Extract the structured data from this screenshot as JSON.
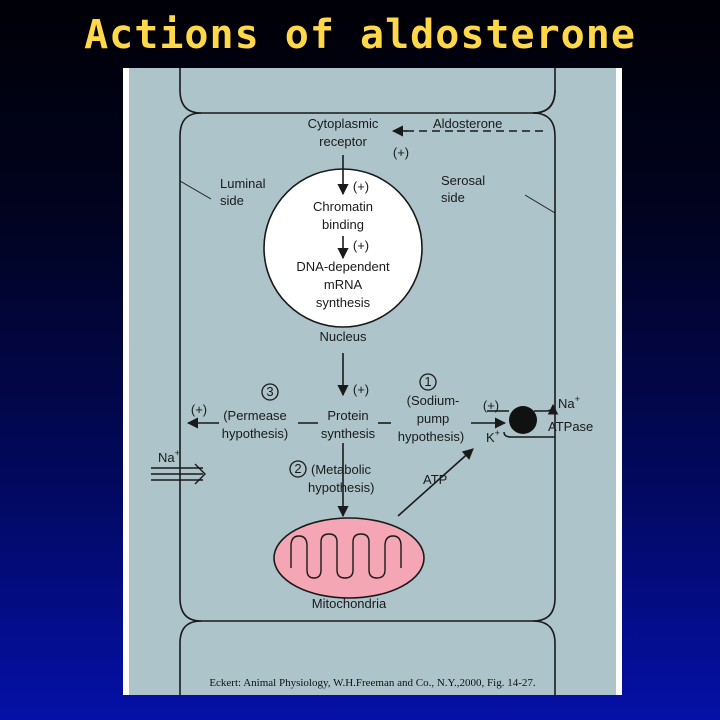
{
  "title": "Actions of aldosterone",
  "diagram": {
    "aldosterone": "Aldosterone",
    "receptor_line1": "Cytoplasmic",
    "receptor_line2": "receptor",
    "plus": "(+)",
    "luminal_line1": "Luminal",
    "luminal_line2": "side",
    "serosal_line1": "Serosal",
    "serosal_line2": "side",
    "chromatin_line1": "Chromatin",
    "chromatin_line2": "binding",
    "dna_line1": "DNA-dependent",
    "dna_line2": "mRNA",
    "dna_line3": "synthesis",
    "nucleus": "Nucleus",
    "num1": "1",
    "num2": "2",
    "num3": "3",
    "permease_line1": "(Permease",
    "permease_line2": "hypothesis)",
    "protein_line1": "Protein",
    "protein_line2": "synthesis",
    "sodium_line1": "(Sodium-",
    "sodium_line2": "pump",
    "sodium_line3": "hypothesis)",
    "metabolic_line1": "(Metabolic",
    "metabolic_line2": "hypothesis)",
    "atp": "ATP",
    "na_out": "Na",
    "na_in": "Na",
    "k_in": "K",
    "ion_plus": "+",
    "atpase": "ATPase",
    "mitochondria": "Mitochondria"
  },
  "caption": "Eckert: Animal Physiology, W.H.Freeman and Co., N.Y.,2000, Fig. 14-27.",
  "colors": {
    "title": "#ffd84a",
    "cell": "#adc4cb",
    "mitochondria": "#f4a6b4"
  }
}
